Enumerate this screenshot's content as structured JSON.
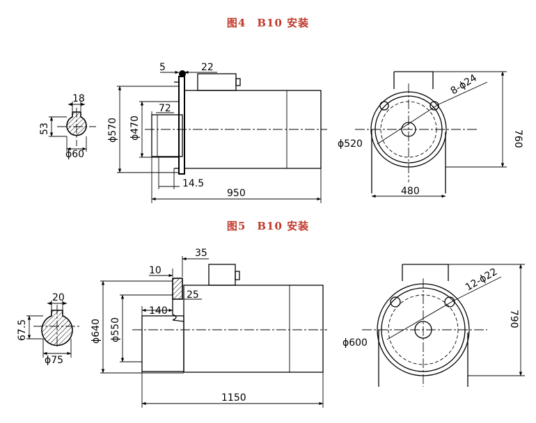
{
  "figure4": {
    "label": "图4",
    "title": "B10 安装",
    "shaft_section": {
      "key_width": "18",
      "height": "53",
      "diameter": "ϕ60"
    },
    "side_view": {
      "flange_outer": "ϕ570",
      "spigot": "ϕ470",
      "flange_thickness": "5",
      "gap": "22",
      "shaft_length": "72",
      "offset": "14.5",
      "total_length": "950"
    },
    "end_view": {
      "holes": "8-ϕ24",
      "pcd": "ϕ520",
      "width": "480",
      "height": "760"
    }
  },
  "figure5": {
    "label": "图5",
    "title": "B10 安装",
    "shaft_section": {
      "key_width": "20",
      "height": "67.5",
      "diameter": "ϕ75"
    },
    "side_view": {
      "flange_outer": "ϕ640",
      "spigot": "ϕ550",
      "flange_thickness": "10",
      "gap": "35",
      "spigot_depth": "25",
      "shaft_length": "140",
      "total_length": "1150"
    },
    "end_view": {
      "holes": "12-ϕ22",
      "pcd": "ϕ600",
      "height": "790"
    }
  }
}
